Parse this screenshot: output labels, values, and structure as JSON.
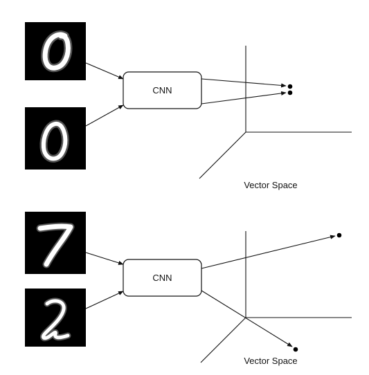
{
  "panels": [
    {
      "id": "same-class",
      "digits": [
        "0",
        "0"
      ],
      "model_label": "CNN",
      "space_label": "Vector Space"
    },
    {
      "id": "different-class",
      "digits": [
        "7",
        "2"
      ],
      "model_label": "CNN",
      "space_label": "Vector Space"
    }
  ],
  "colors": {
    "ink": "#111111",
    "tile_background": "#000000",
    "stroke": "#ffffff"
  }
}
